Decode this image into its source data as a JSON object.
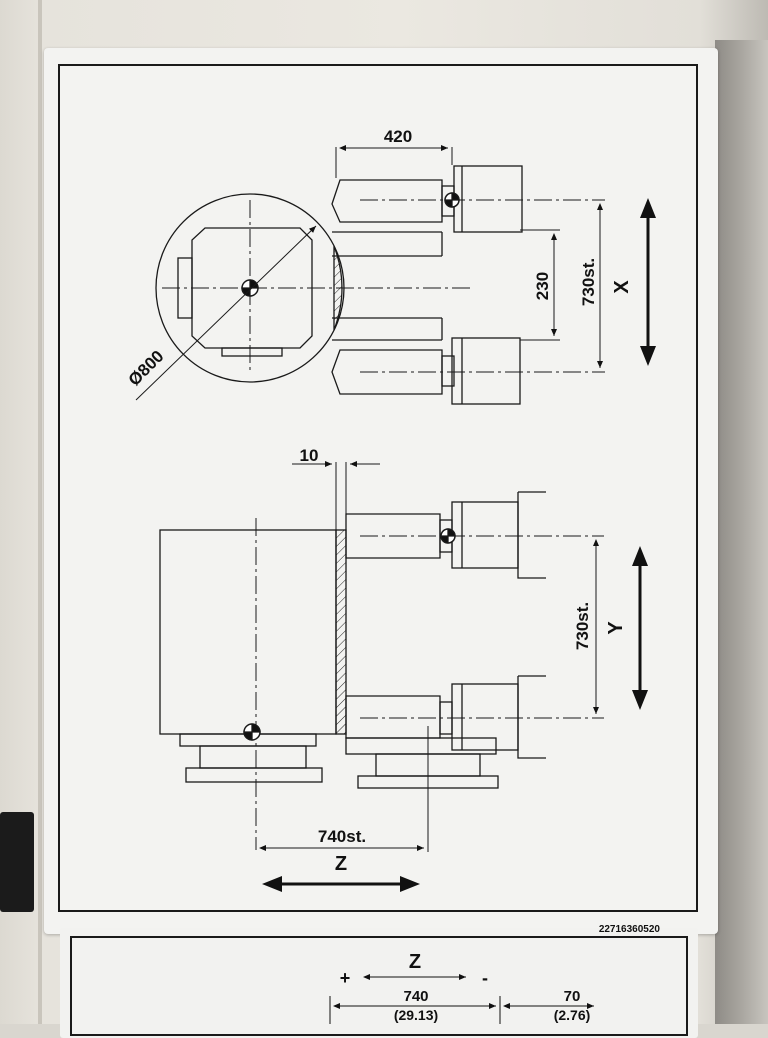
{
  "sign": {
    "part_number": "22716360520",
    "top_view": {
      "diameter": "Ø800",
      "width_dim": "420",
      "spacing_dim": "230",
      "stroke_dim": "730st.",
      "axis_label": "X"
    },
    "side_view": {
      "gap_dim": "10",
      "stroke_dim": "730st.",
      "axis_label": "Y",
      "z_stroke_dim": "740st.",
      "z_axis_label": "Z"
    }
  },
  "lower_plate": {
    "axis_label": "Z",
    "plus": "+",
    "minus": "-",
    "dim1": "740",
    "dim1_inch": "(29.13)",
    "dim2": "70",
    "dim2_inch": "(2.76)"
  }
}
